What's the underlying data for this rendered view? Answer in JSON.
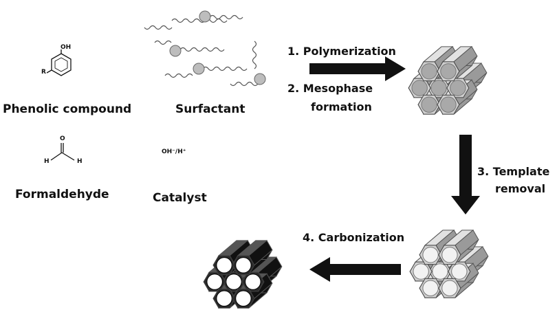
{
  "reactants": {
    "phenol_oh": "OH",
    "phenol_r": "R",
    "phenolic_label": "Phenolic compound",
    "formaldehyde_o": "O",
    "formaldehyde_h_left": "H",
    "formaldehyde_h_right": "H",
    "formaldehyde_label": "Formaldehyde",
    "surfactant_label": "Surfactant",
    "catalyst_formula": "OH⁻/H⁺",
    "catalyst_label": "Catalyst"
  },
  "steps": {
    "step1": "1.  Polymerization",
    "step2_line1": "2.  Mesophase",
    "step2_line2": "formation",
    "step3_line1": "3. Template",
    "step3_line2": "removal",
    "step4": "4. Carbonization"
  },
  "colors": {
    "arrow": "#111111",
    "hex_face": "#cfcfcf",
    "hex_side": "#9a9a9a",
    "hex_top": "#e2e2e2",
    "pore_filled": "#a9a9a9",
    "pore_empty": "#f2f2f2",
    "carbon_face": "#2a2a2a",
    "carbon_side": "#111111",
    "carbon_top": "#555555",
    "surfactant_chain": "#555555",
    "surfactant_head": "#bdbdbd"
  }
}
